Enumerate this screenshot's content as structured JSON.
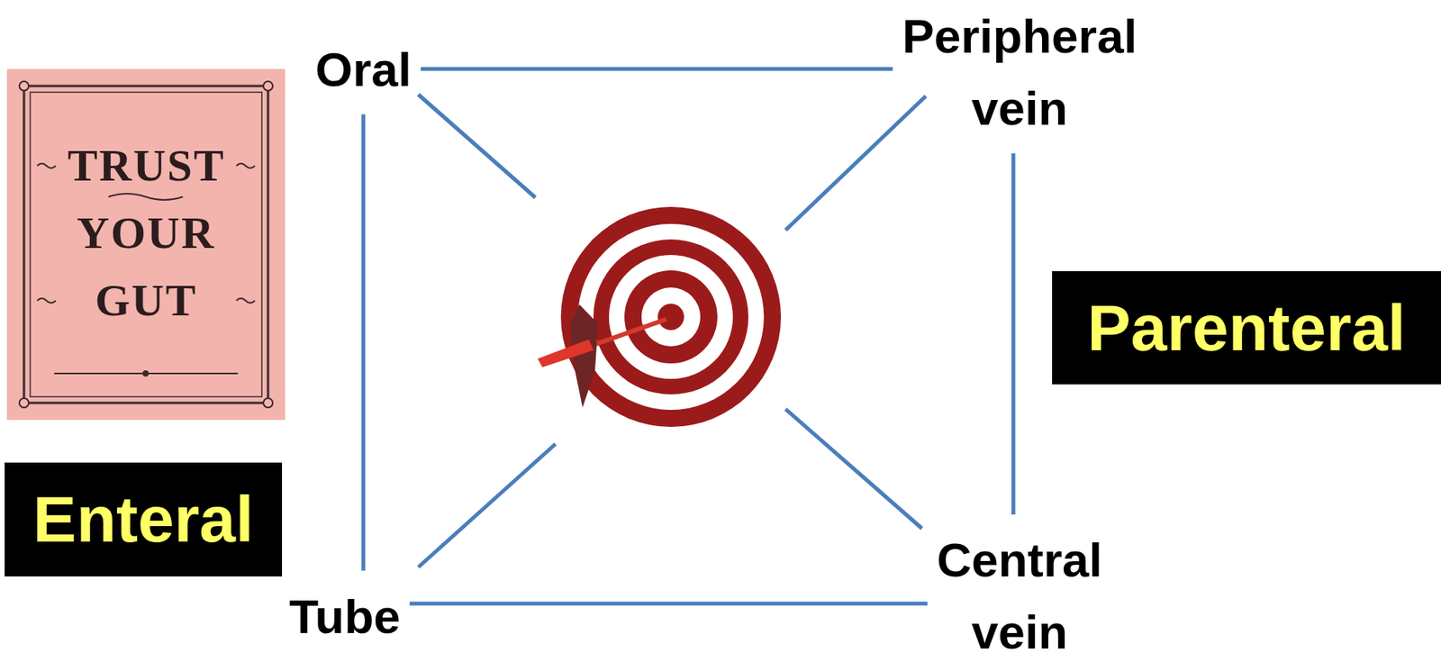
{
  "diagram": {
    "nodes": [
      {
        "text": [
          "Oral"
        ]
      },
      {
        "text": [
          "Peripheral vein"
        ]
      },
      {
        "text": [
          "TRUST YOUR GUT"
        ]
      },
      {
        "text": [
          "Parenteral"
        ]
      },
      {
        "text": [
          "Enteral"
        ]
      },
      {
        "text": [
          "Tube"
        ]
      },
      {
        "text": [
          "Central vein"
        ]
      }
    ],
    "edges": [
      {
        "from": 0,
        "to": 1,
        "arrow": "none"
      },
      {
        "from": 0,
        "to": 5,
        "arrow": "none"
      },
      {
        "from": 1,
        "to": 6,
        "arrow": "none"
      },
      {
        "from": 5,
        "to": 6,
        "arrow": "none"
      }
    ]
  }
}
